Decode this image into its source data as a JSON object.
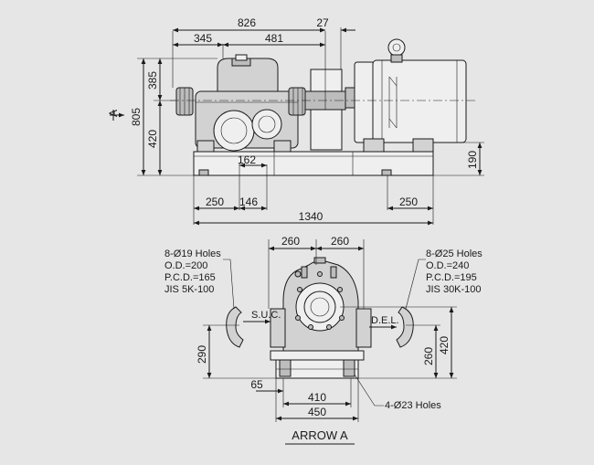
{
  "colors": {
    "background": "#e6e6e6",
    "line": "#1a1a1a",
    "body_fill": "#d2d2d2"
  },
  "side_view": {
    "dims": {
      "overall_top": "826",
      "motor_gap": "27",
      "left_span": "345",
      "right_span": "481",
      "upper_height": "385",
      "lower_height": "420",
      "total_height": "805",
      "base_height": "190",
      "foot_offset": "162",
      "base_left": "250",
      "base_mid": "146",
      "base_right": "250",
      "overall_length": "1340"
    },
    "arrow_label": "A"
  },
  "front_view": {
    "dims": {
      "half_left": "260",
      "half_right": "260",
      "suction_height": "290",
      "discharge_height": "420",
      "center_height": "260",
      "foot_offset": "65",
      "foot_span": "410",
      "base_width": "450"
    },
    "suction_note": [
      "8-Ø19 Holes",
      "O.D.=200",
      "P.C.D.=165",
      "JIS 5K-100"
    ],
    "discharge_note": [
      "8-Ø25 Holes",
      "O.D.=240",
      "P.C.D.=195",
      "JIS 30K-100"
    ],
    "suction_label": "S.U.C.",
    "discharge_label": "D.E.L.",
    "anchor_note": "4-Ø23 Holes",
    "view_title": "ARROW A"
  }
}
